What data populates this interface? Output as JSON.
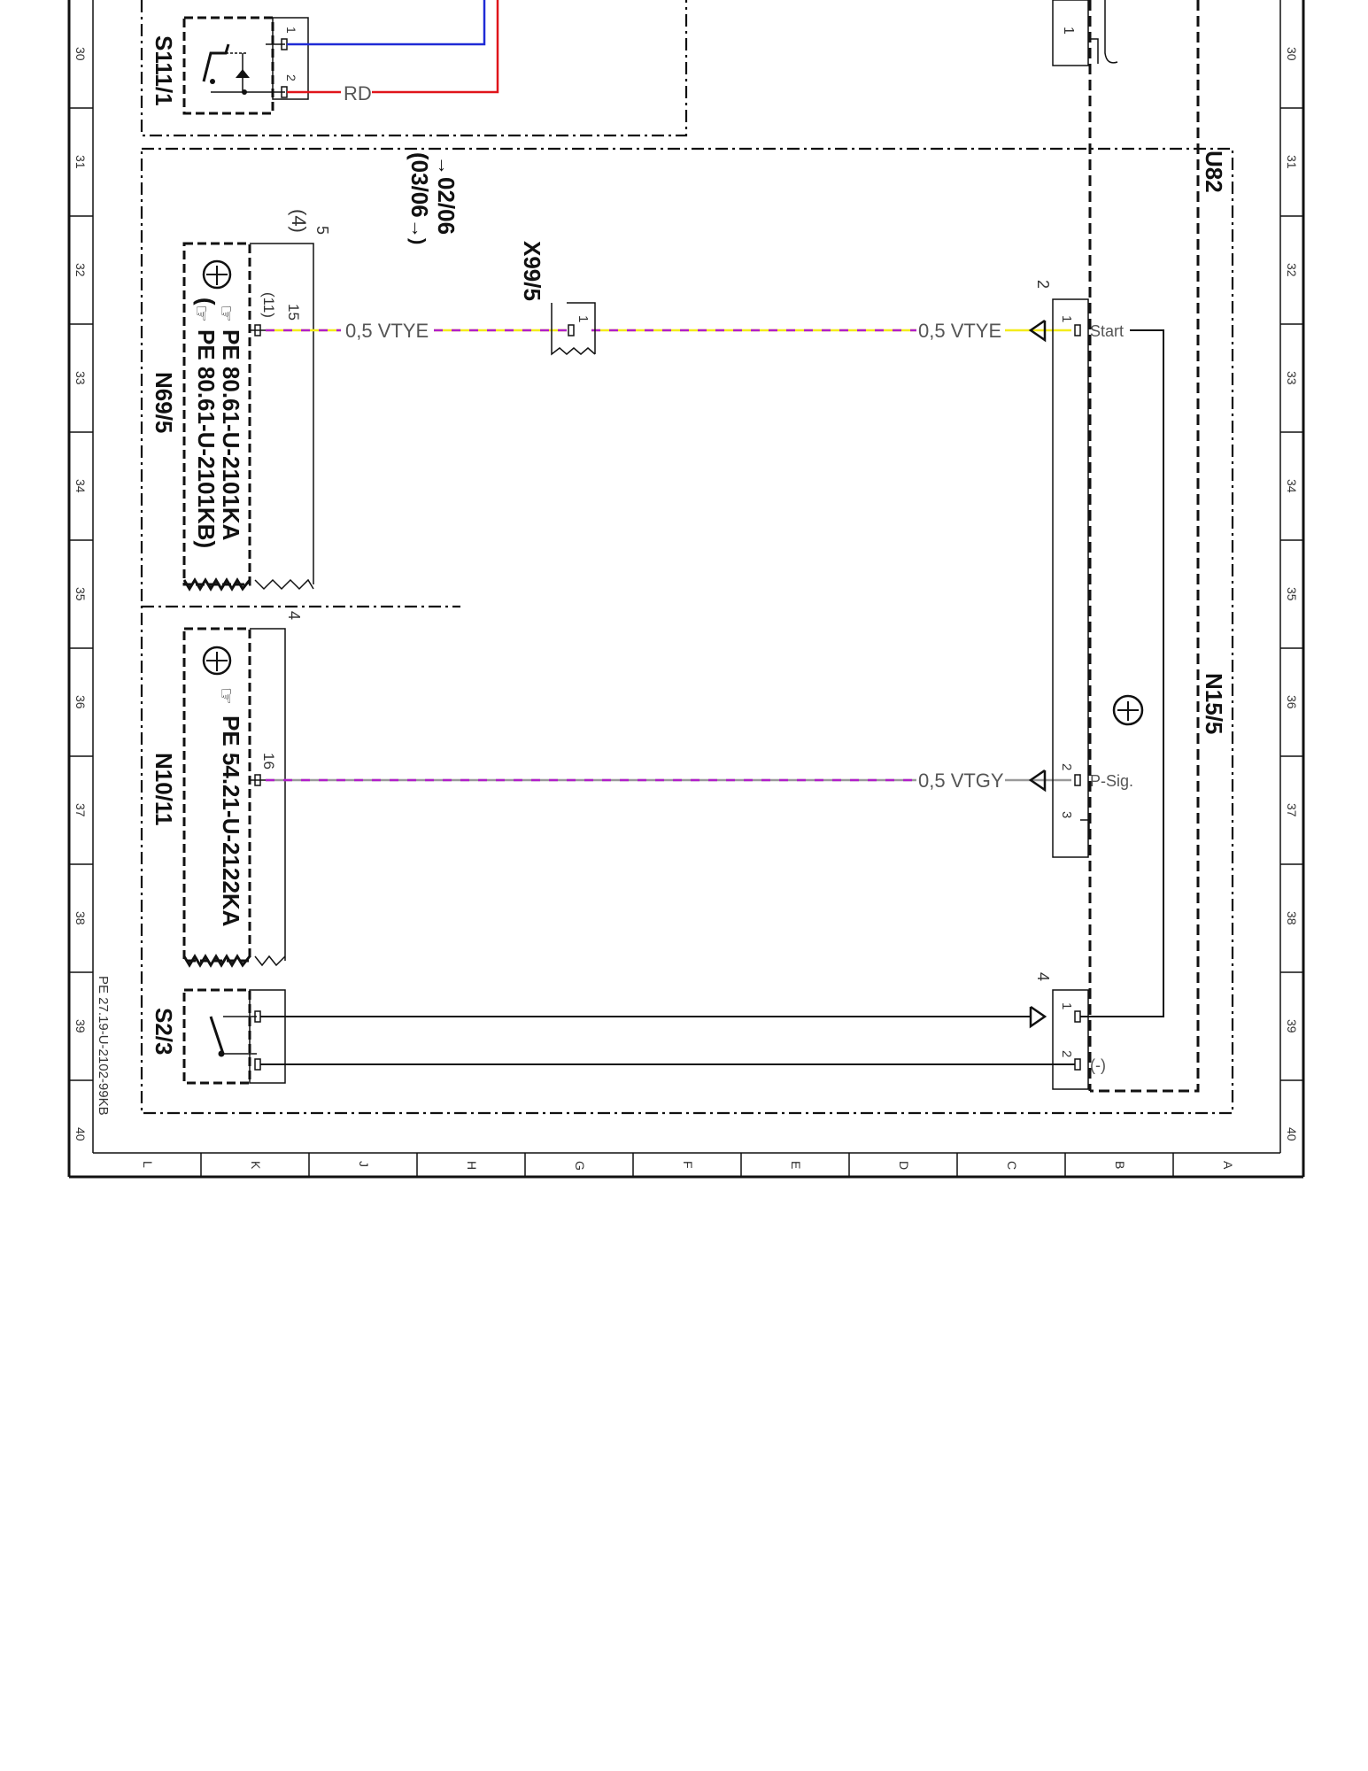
{
  "frame": {
    "row_numbers": [
      "30",
      "31",
      "32",
      "33",
      "34",
      "35",
      "36",
      "37",
      "38",
      "39",
      "40"
    ],
    "column_letters": [
      "L",
      "K",
      "J",
      "H",
      "G",
      "F",
      "E",
      "D",
      "C",
      "B",
      "A"
    ],
    "doc_ref": "PE 27.19-U-2102-99KB"
  },
  "components": {
    "s111": {
      "id": "S111/1",
      "pin1": "1",
      "pin2": "2",
      "wire_rd": "RD"
    },
    "u82": {
      "id": "U82"
    },
    "date_note": {
      "line1": "02/06",
      "line2": "(03/06",
      "arrow_fwd": "→",
      "arrow_back": "→)"
    },
    "n69": {
      "id": "N69/5",
      "ref1": "PE 80.61-U-2101KA",
      "ref2": "(",
      "ref2b": "PE 80.61-U-2101KB)",
      "pin5": "5",
      "pin4": "(4)",
      "pin15": "15",
      "pin11": "(11)"
    },
    "x99": {
      "id": "X99/5",
      "pin": "1"
    },
    "n10": {
      "id": "N10/11",
      "ref": "PE 54.21-U-2122KA",
      "pin4": "4",
      "pin16": "16"
    },
    "s2": {
      "id": "S2/3"
    },
    "n15": {
      "id": "N15/5",
      "conn2": "2",
      "conn4": "4",
      "pin1": "1",
      "pin2": "2",
      "pin3": "3",
      "pin1b": "1",
      "pin2b": "2"
    },
    "top_right": {
      "pin": "1"
    }
  },
  "wires": {
    "vtye_left": "0,5  VTYE",
    "vtye_right": "0,5  VTYE",
    "vtgy": "0,5  VTGY",
    "start": "Start",
    "psig": "P-Sig.",
    "minus": "(-)"
  },
  "colors": {
    "blue": "#1f2bd6",
    "red": "#e0141a",
    "violet": "#b11fc9",
    "yellow": "#f4ec1b",
    "gray": "#9a9a9a",
    "black": "#111111"
  }
}
